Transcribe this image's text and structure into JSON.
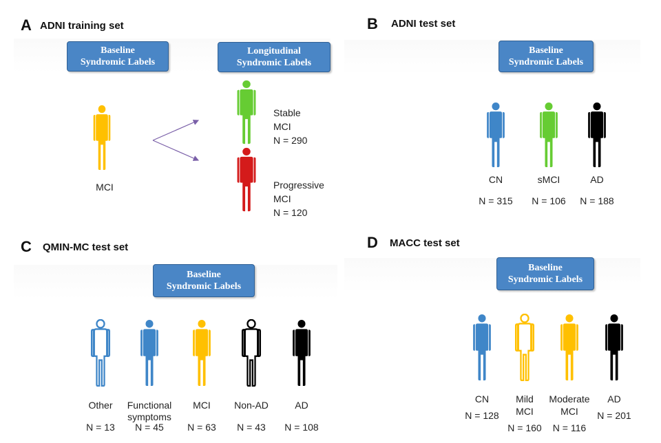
{
  "colors": {
    "blue": "#3f86c8",
    "green": "#66cc33",
    "red": "#d41b1b",
    "yellow": "#ffc000",
    "black": "#000000",
    "box": "#4a86c6"
  },
  "panels": {
    "a": {
      "letter": "A",
      "title": "ADNI training set",
      "box1": [
        "Baseline",
        "Syndromic Labels"
      ],
      "box2": [
        "Longitudinal",
        "Syndromic Labels"
      ],
      "mci_label": "MCI",
      "stable": [
        "Stable",
        "MCI",
        "N = 290"
      ],
      "progressive": [
        "Progressive",
        "MCI",
        "N = 120"
      ]
    },
    "b": {
      "letter": "B",
      "title": "ADNI test set",
      "box": [
        "Baseline",
        "Syndromic Labels"
      ],
      "figures": [
        {
          "label": [
            "CN"
          ],
          "n": "N = 315",
          "color": "blue",
          "style": "solid"
        },
        {
          "label": [
            "sMCI"
          ],
          "n": "N = 106",
          "color": "green",
          "style": "solid"
        },
        {
          "label": [
            "AD"
          ],
          "n": "N = 188",
          "color": "black",
          "style": "solid"
        }
      ]
    },
    "c": {
      "letter": "C",
      "title": "QMIN-MC test set",
      "box": [
        "Baseline",
        "Syndromic Labels"
      ],
      "figures": [
        {
          "label": [
            "Other"
          ],
          "n": "N = 13",
          "color": "blue",
          "style": "outline"
        },
        {
          "label": [
            "Functional",
            "symptoms"
          ],
          "n": "N = 45",
          "color": "blue",
          "style": "solid"
        },
        {
          "label": [
            "MCI"
          ],
          "n": "N = 63",
          "color": "yellow",
          "style": "solid"
        },
        {
          "label": [
            "Non-AD"
          ],
          "n": "N = 43",
          "color": "black",
          "style": "outline"
        },
        {
          "label": [
            "AD"
          ],
          "n": "N = 108",
          "color": "black",
          "style": "solid"
        }
      ]
    },
    "d": {
      "letter": "D",
      "title": "MACC test set",
      "box": [
        "Baseline",
        "Syndromic Labels"
      ],
      "figures": [
        {
          "label": [
            "CN"
          ],
          "n": "N = 128",
          "color": "blue",
          "style": "solid"
        },
        {
          "label": [
            "Mild",
            "MCI"
          ],
          "n": "N = 160",
          "color": "yellow",
          "style": "outline"
        },
        {
          "label": [
            "Moderate",
            "MCI"
          ],
          "n": "N = 116",
          "color": "yellow",
          "style": "solid"
        },
        {
          "label": [
            "AD"
          ],
          "n": "N = 201",
          "color": "black",
          "style": "solid"
        }
      ]
    }
  }
}
